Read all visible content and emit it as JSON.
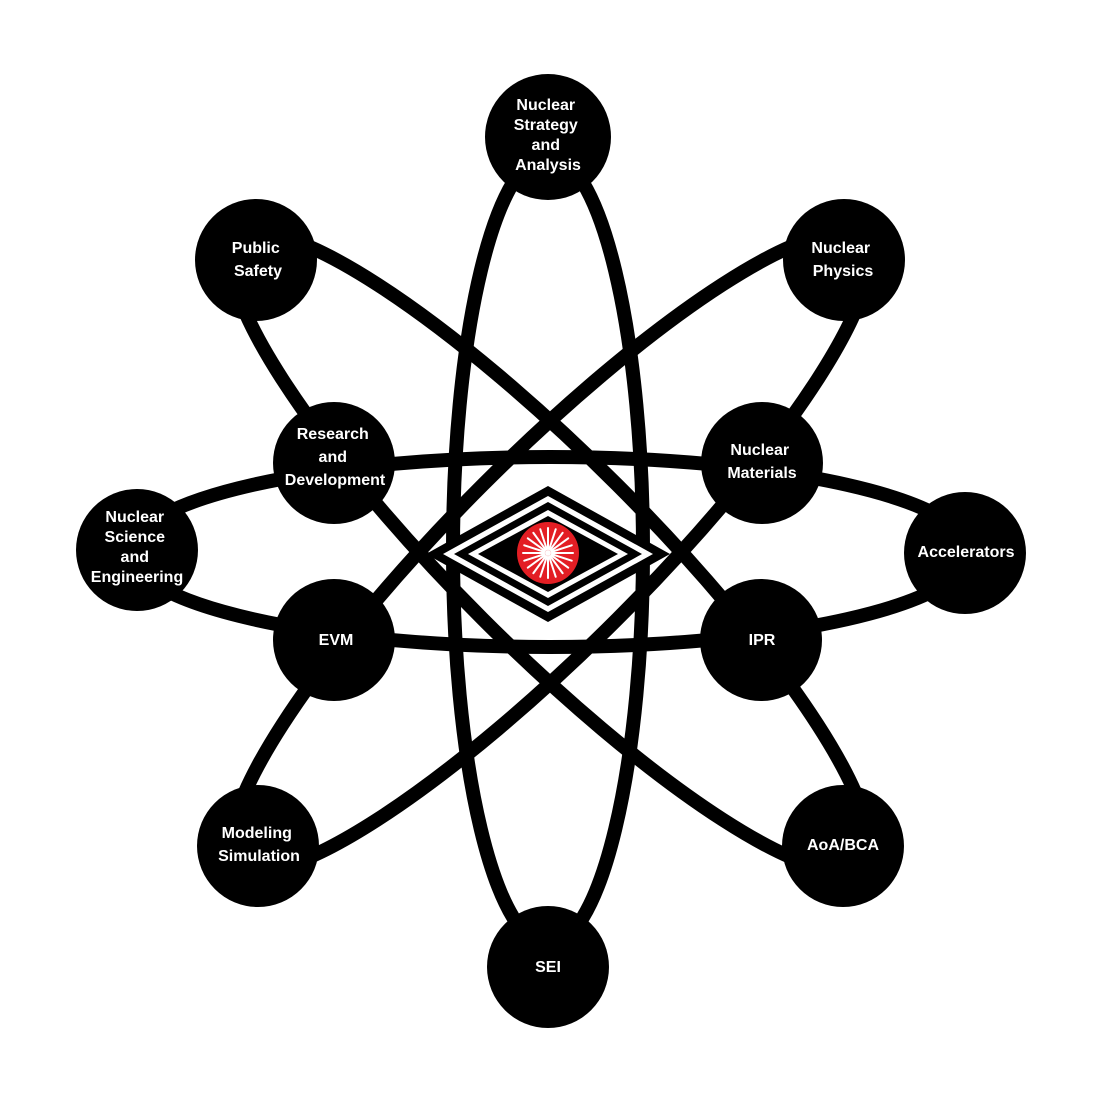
{
  "colors": {
    "ink": "#000000",
    "background": "#ffffff",
    "nucleus_accent": "#e31e24"
  },
  "nucleus": {
    "icon": "starburst-icon"
  },
  "nodes": [
    {
      "id": "nuclear-strategy",
      "lines": [
        "Nuclear",
        "Strategy",
        "and",
        "Analysis"
      ]
    },
    {
      "id": "public-safety",
      "lines": [
        "Public",
        "Safety"
      ]
    },
    {
      "id": "nuclear-physics",
      "lines": [
        "Nuclear",
        "Physics"
      ]
    },
    {
      "id": "research-development",
      "lines": [
        "Research",
        "and",
        "Development"
      ]
    },
    {
      "id": "nuclear-materials",
      "lines": [
        "Nuclear",
        "Materials"
      ]
    },
    {
      "id": "nuclear-science-engineering",
      "lines": [
        "Nuclear",
        "Science",
        "and",
        "Engineering"
      ]
    },
    {
      "id": "accelerators",
      "lines": [
        "Accelerators"
      ]
    },
    {
      "id": "evm",
      "lines": [
        "EVM"
      ]
    },
    {
      "id": "ipr",
      "lines": [
        "IPR"
      ]
    },
    {
      "id": "modeling-simulation",
      "lines": [
        "Modeling",
        "Simulation"
      ]
    },
    {
      "id": "aoa-bca",
      "lines": [
        "AoA/BCA"
      ]
    },
    {
      "id": "sei",
      "lines": [
        "SEI"
      ]
    }
  ]
}
